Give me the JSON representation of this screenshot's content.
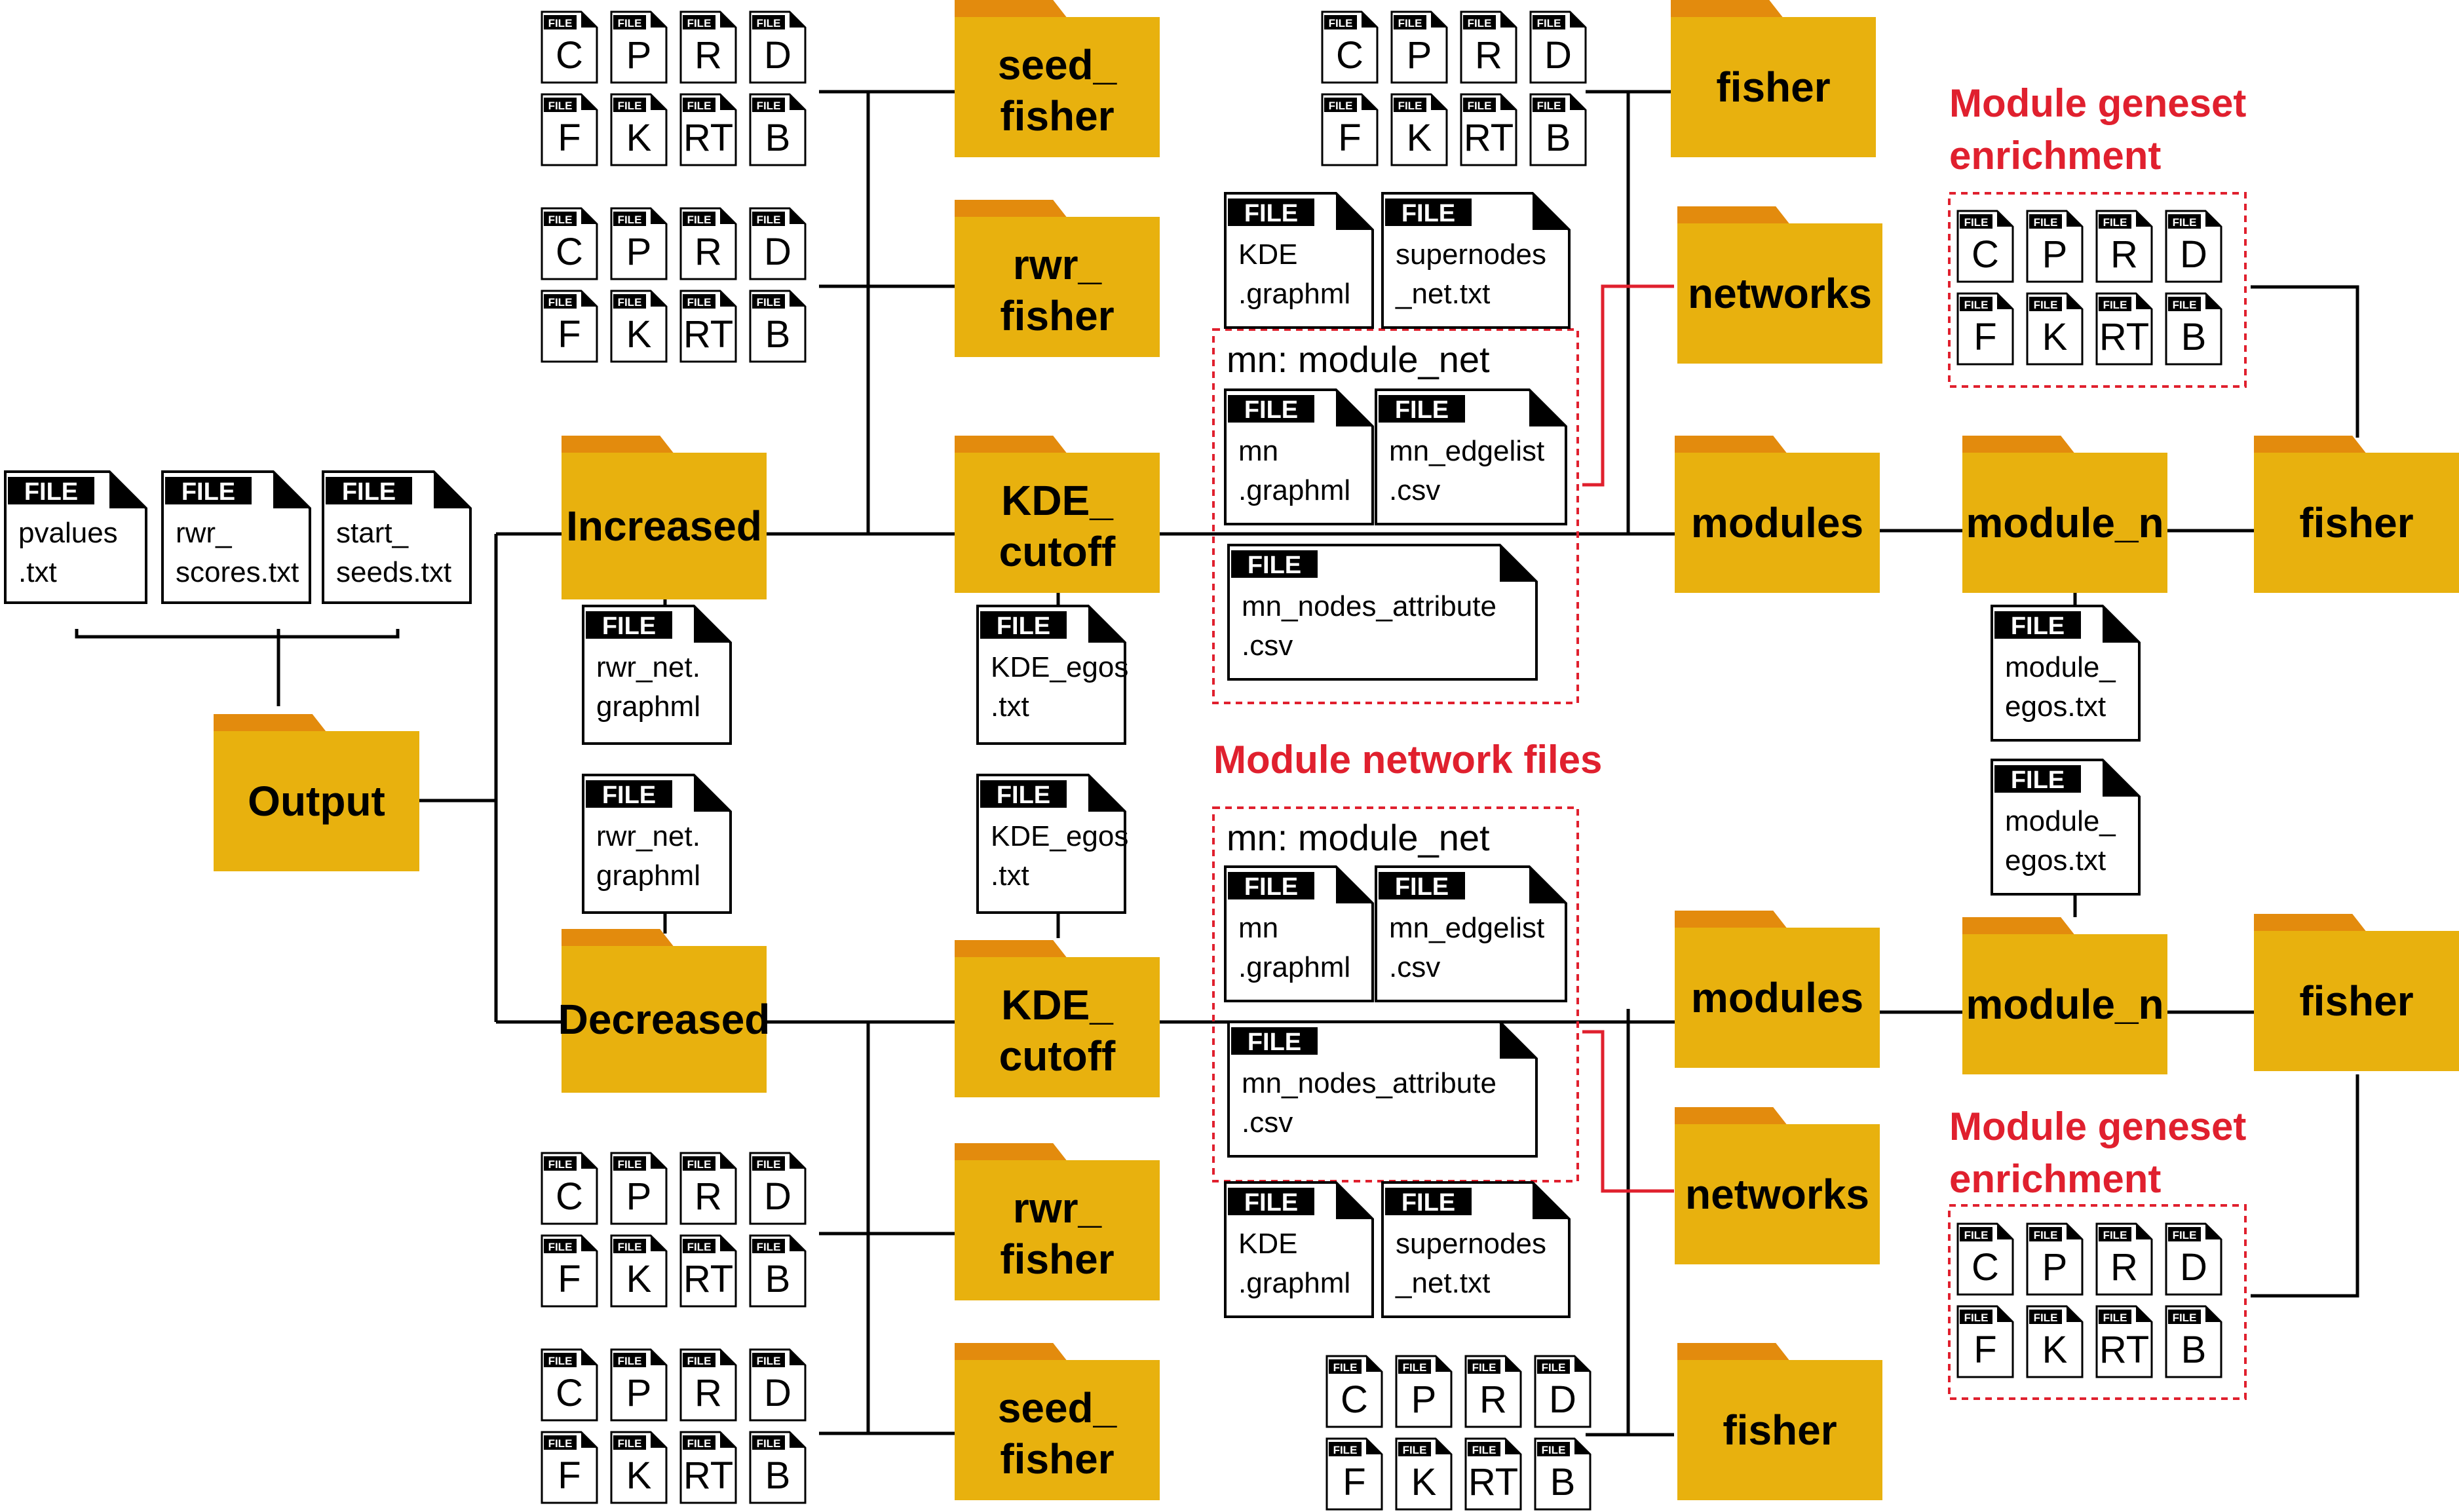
{
  "colors": {
    "folder_body": "#e8b10e",
    "folder_tab": "#e38b0d",
    "connector": "#000000",
    "red": "#e0202e"
  },
  "file_tag": "FILE",
  "folders": {
    "output": "Output",
    "increased": "Increased",
    "decreased": "Decreased",
    "seed_fisher": [
      "seed_",
      "fisher"
    ],
    "rwr_fisher": [
      "rwr_",
      "fisher"
    ],
    "kde_cutoff": [
      "KDE_",
      "cutoff"
    ],
    "fisher": "fisher",
    "networks": "networks",
    "modules": "modules",
    "module_n": "module_n"
  },
  "files": {
    "pvalues": [
      "pvalues",
      ".txt"
    ],
    "rwr_scores": [
      "rwr_",
      "scores.txt"
    ],
    "start_seeds": [
      "start_",
      "seeds.txt"
    ],
    "rwr_net": [
      "rwr_net.",
      "graphml"
    ],
    "kde_egos": [
      "KDE_egos",
      ".txt"
    ],
    "kde_graphml": [
      "KDE",
      ".graphml"
    ],
    "supernodes": [
      "supernodes",
      "_net.txt"
    ],
    "mn_graphml": [
      "mn",
      ".graphml"
    ],
    "mn_edgelist": [
      "mn_edgelist",
      ".csv"
    ],
    "mn_nodes": [
      "mn_nodes_attribute",
      ".csv"
    ],
    "module_egos": [
      "module_",
      "egos.txt"
    ]
  },
  "enrichment_letters": [
    "C",
    "P",
    "R",
    "D",
    "F",
    "K",
    "RT",
    "B"
  ],
  "labels": {
    "mn_module_net": "mn: module_net",
    "module_network_files": "Module network files",
    "module_geneset_enrichment": [
      "Module geneset",
      "enrichment"
    ]
  }
}
